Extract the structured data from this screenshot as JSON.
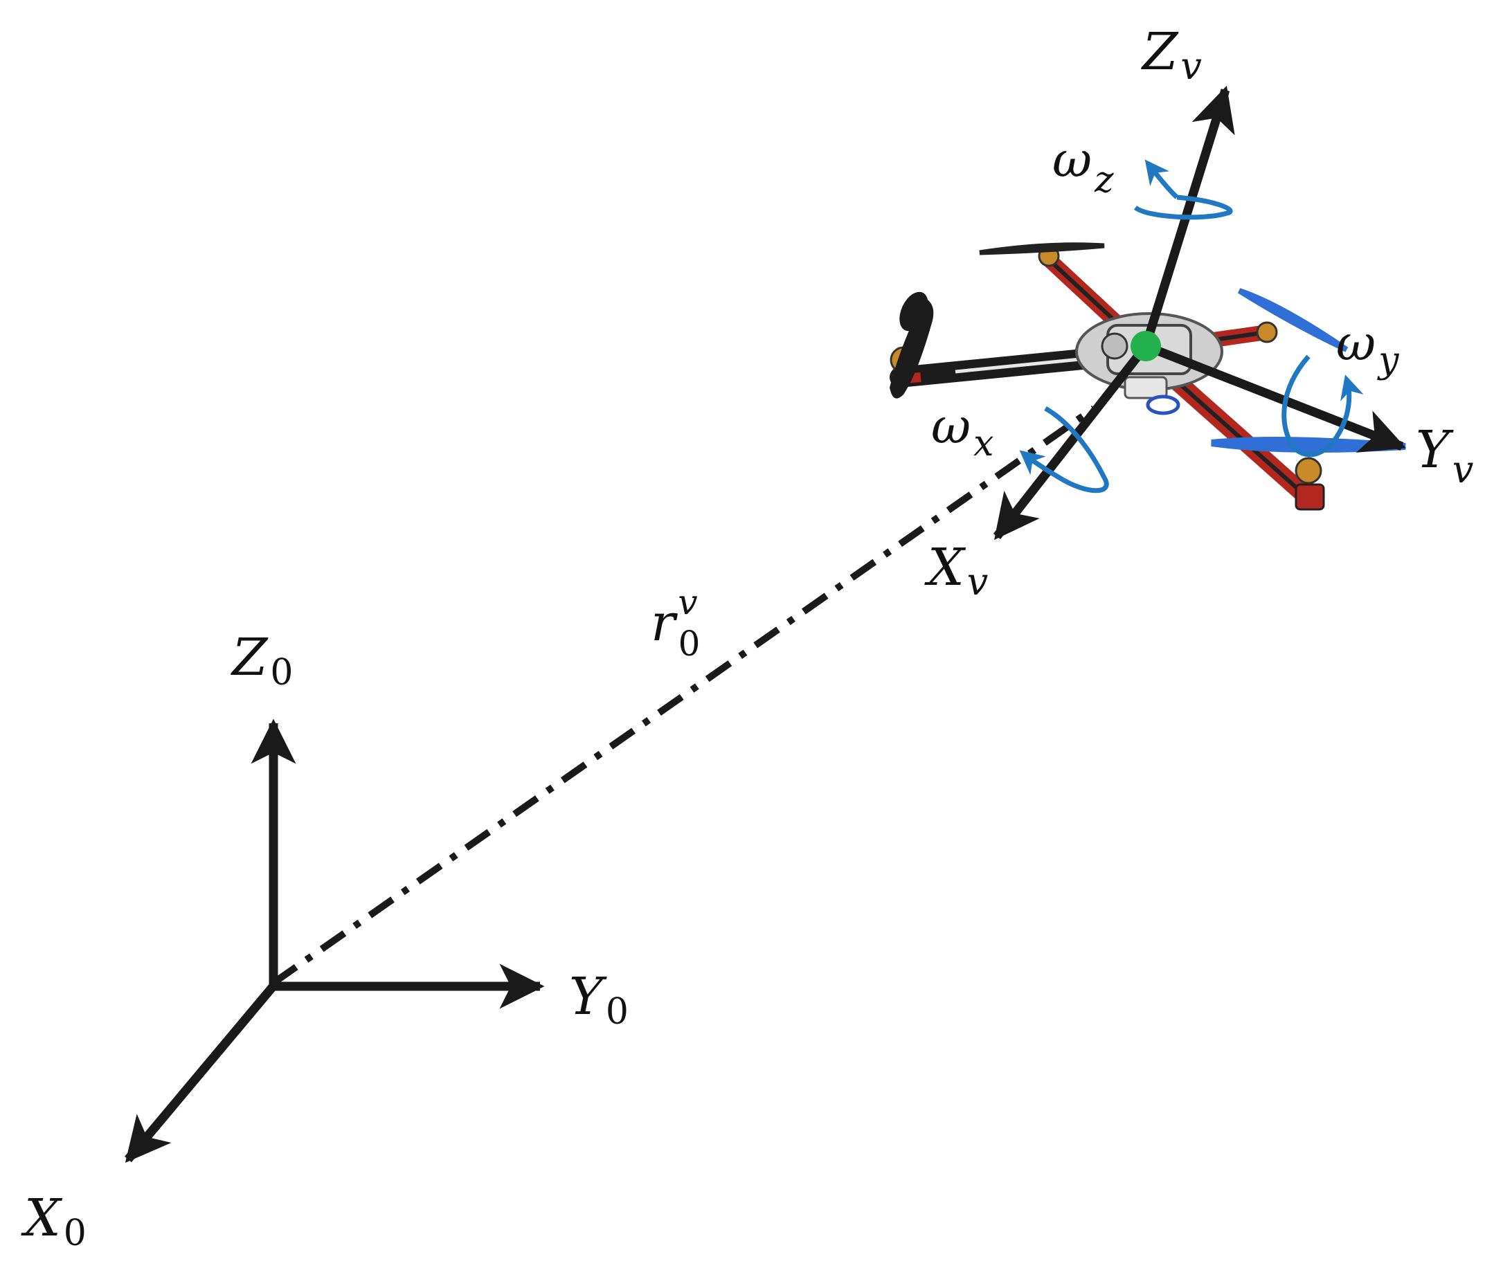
{
  "colors": {
    "axis": "#1a1a1a",
    "rotation": "#1f78c1",
    "center_dot": "#22b14c",
    "frame_red": "#b3271f",
    "frame_dark": "#222222",
    "body_gray": "#cfcfcf",
    "prop_blue": "#2f6fd6",
    "motor": "#c98a2a"
  },
  "labels": {
    "world": {
      "z": {
        "base": "Z",
        "sub": "0"
      },
      "y": {
        "base": "Y",
        "sub": "0"
      },
      "x": {
        "base": "X",
        "sub": "0"
      }
    },
    "vehicle": {
      "z": {
        "base": "Z",
        "sub": "v"
      },
      "y": {
        "base": "Y",
        "sub": "v"
      },
      "x": {
        "base": "X",
        "sub": "v"
      }
    },
    "position_vector": {
      "base": "r",
      "sub": "0",
      "sup": "v"
    },
    "rotations": {
      "z": {
        "base": "ω",
        "sub": "z"
      },
      "y": {
        "base": "ω",
        "sub": "y"
      },
      "x": {
        "base": "ω",
        "sub": "x"
      }
    }
  },
  "icons": {
    "vehicle": "quadcopter-drone-icon",
    "center": "center-of-mass-dot-icon"
  }
}
